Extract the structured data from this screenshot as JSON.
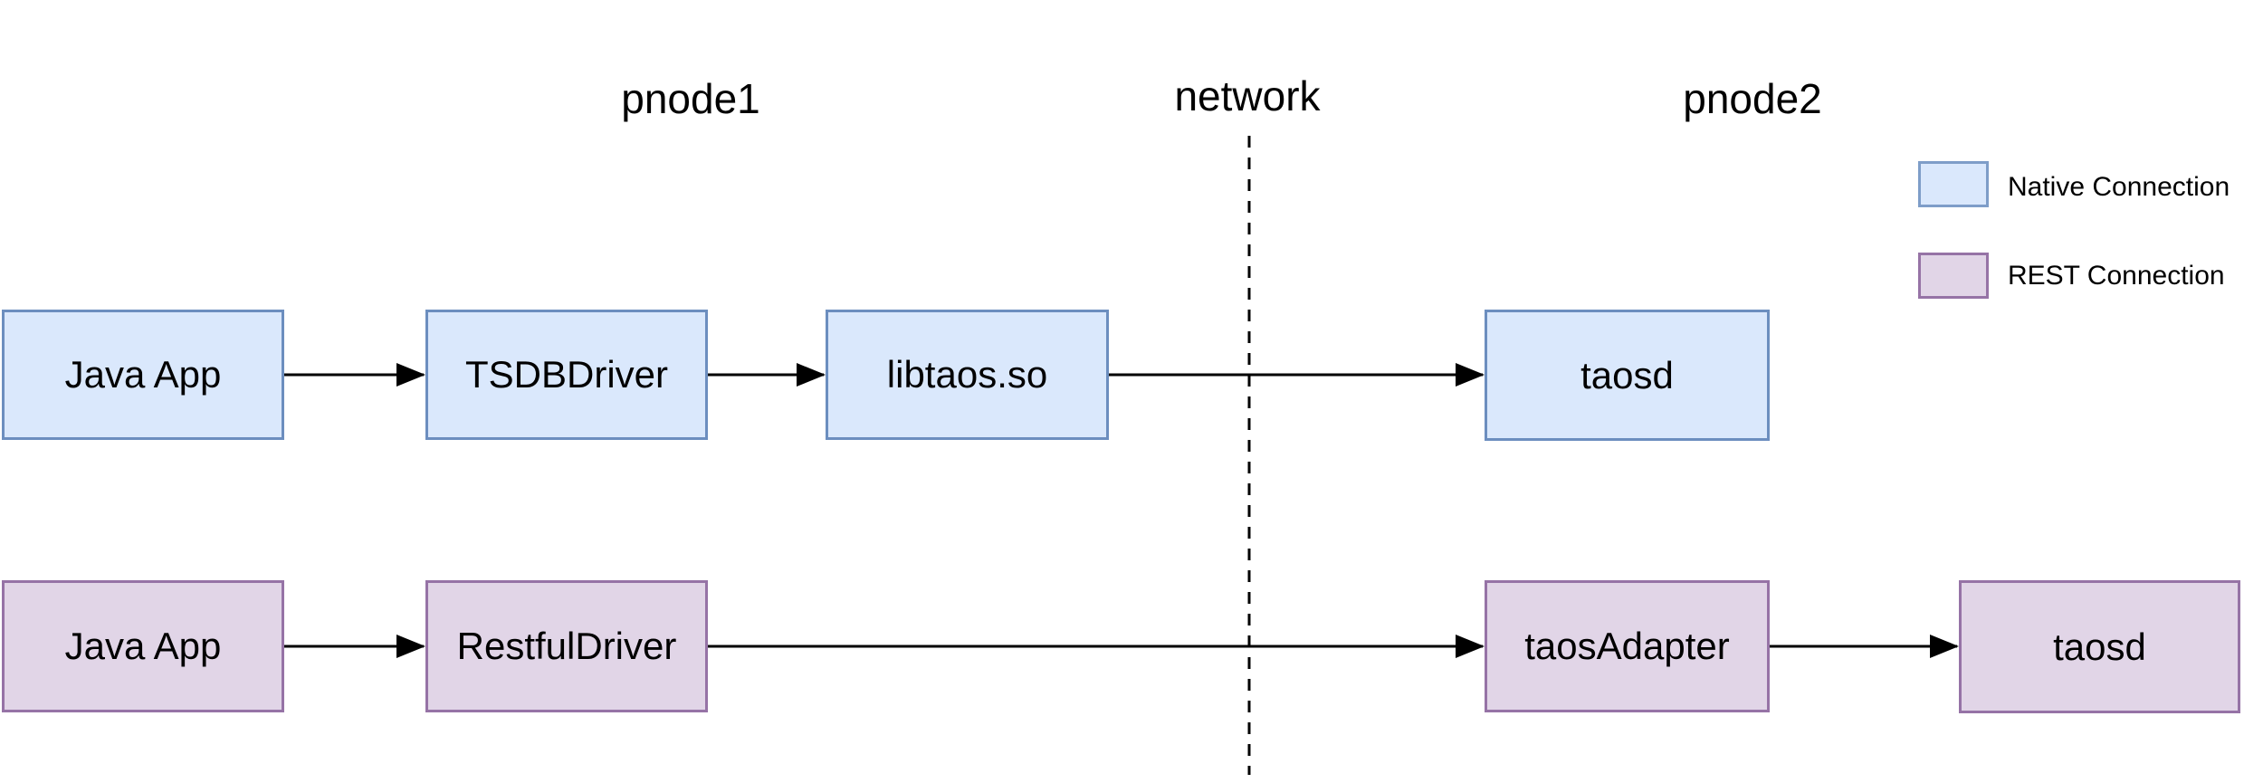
{
  "diagram": {
    "zones": {
      "pnode1": "pnode1",
      "network": "network",
      "pnode2": "pnode2"
    },
    "flows": {
      "native": {
        "nodes": [
          {
            "label": "Java App"
          },
          {
            "label": "TSDBDriver"
          },
          {
            "label": "libtaos.so"
          },
          {
            "label": "taosd"
          }
        ]
      },
      "rest": {
        "nodes": [
          {
            "label": "Java App"
          },
          {
            "label": "RestfulDriver"
          },
          {
            "label": "taosAdapter"
          },
          {
            "label": "taosd"
          }
        ]
      }
    },
    "legend": {
      "items": [
        {
          "label": "Native Connection",
          "fill": "#dae8fc",
          "border": "#6c8ebf"
        },
        {
          "label": "REST Connection",
          "fill": "#e1d5e7",
          "border": "#9673a6"
        }
      ]
    },
    "colors": {
      "native_fill": "#dae8fc",
      "native_border": "#6c8ebf",
      "rest_fill": "#e1d5e7",
      "rest_border": "#9673a6",
      "arrow": "#000000",
      "background": "#ffffff"
    }
  }
}
